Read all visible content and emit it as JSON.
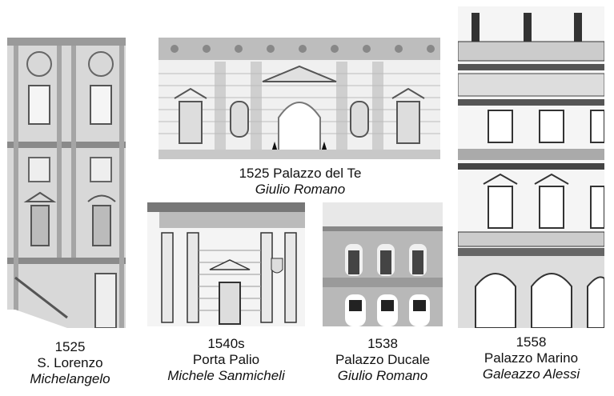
{
  "figures": [
    {
      "id": "s-lorenzo",
      "year": "1525",
      "name": "S. Lorenzo",
      "architect": "Michelangelo",
      "image_desc": "facade-drawing"
    },
    {
      "id": "palazzo-del-te",
      "title_line": "1525 Palazzo del Te",
      "architect": "Giulio Romano",
      "image_desc": "facade-photo"
    },
    {
      "id": "porta-palio",
      "year": "1540s",
      "name": "Porta Palio",
      "architect": "Michele Sanmicheli",
      "image_desc": "facade-engraving"
    },
    {
      "id": "palazzo-ducale",
      "year": "1538",
      "name": "Palazzo Ducale",
      "architect": "Giulio Romano",
      "image_desc": "facade-photo"
    },
    {
      "id": "palazzo-marino",
      "year": "1558",
      "name": "Palazzo Marino",
      "architect": "Galeazzo Alessi",
      "image_desc": "facade-engraving"
    }
  ],
  "colors": {
    "background": "#ffffff",
    "text": "#111111",
    "stone": "#e6e6e6",
    "line": "#444444"
  }
}
